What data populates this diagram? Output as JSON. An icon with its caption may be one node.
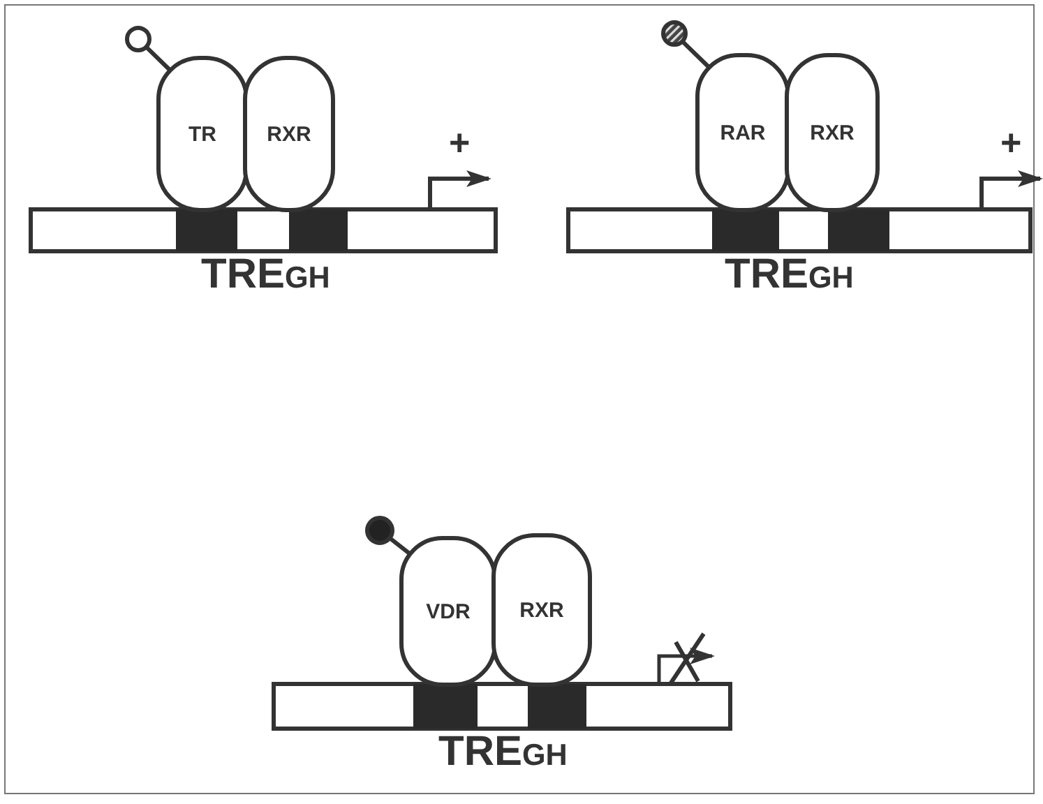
{
  "diagram": {
    "nodes": [
      {
        "text": [],
        "shape": "circle"
      },
      {
        "text": [
          "TR"
        ]
      },
      {
        "text": [
          "RXR"
        ]
      },
      {
        "text": [],
        "shape": "circle"
      },
      {
        "text": [
          "RAR"
        ]
      },
      {
        "text": [
          "RXR"
        ]
      },
      {
        "text": [],
        "shape": "circle"
      },
      {
        "text": [
          "VDR"
        ]
      },
      {
        "text": [
          "RXR"
        ]
      }
    ],
    "edges": [
      {
        "from": 0,
        "to": 1,
        "arrow": "none"
      },
      {
        "from": 3,
        "to": 4,
        "arrow": "none"
      },
      {
        "from": 6,
        "to": 7,
        "arrow": "none"
      }
    ],
    "labels": [
      "+",
      "TRE$_{GH}$",
      "+",
      "TRE$_{GH}$",
      "TRE$_{GH}$"
    ]
  }
}
